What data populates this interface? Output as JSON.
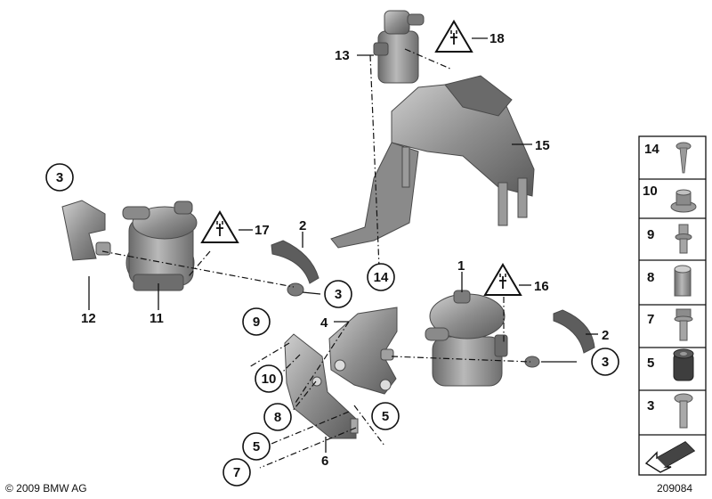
{
  "diagram": {
    "copyright": "© 2009 BMW AG",
    "diagram_id": "209084",
    "callouts": {
      "c1": "1",
      "c2a": "2",
      "c2b": "2",
      "c3a": "3",
      "c3b": "3",
      "c3c": "3",
      "c4": "4",
      "c5a": "5",
      "c5b": "5",
      "c6": "6",
      "c7": "7",
      "c8": "8",
      "c9": "9",
      "c10": "10",
      "c11": "11",
      "c12": "12",
      "c13": "13",
      "c14": "14",
      "c15": "15",
      "c16": "16",
      "c17": "17",
      "c18": "18"
    },
    "legend": [
      "14",
      "10",
      "9",
      "8",
      "7",
      "5",
      "3"
    ],
    "colors": {
      "part_fill": "#8f8f8f",
      "part_dark": "#5e5e5e",
      "part_light": "#c4c4c4",
      "line": "#111111"
    }
  }
}
